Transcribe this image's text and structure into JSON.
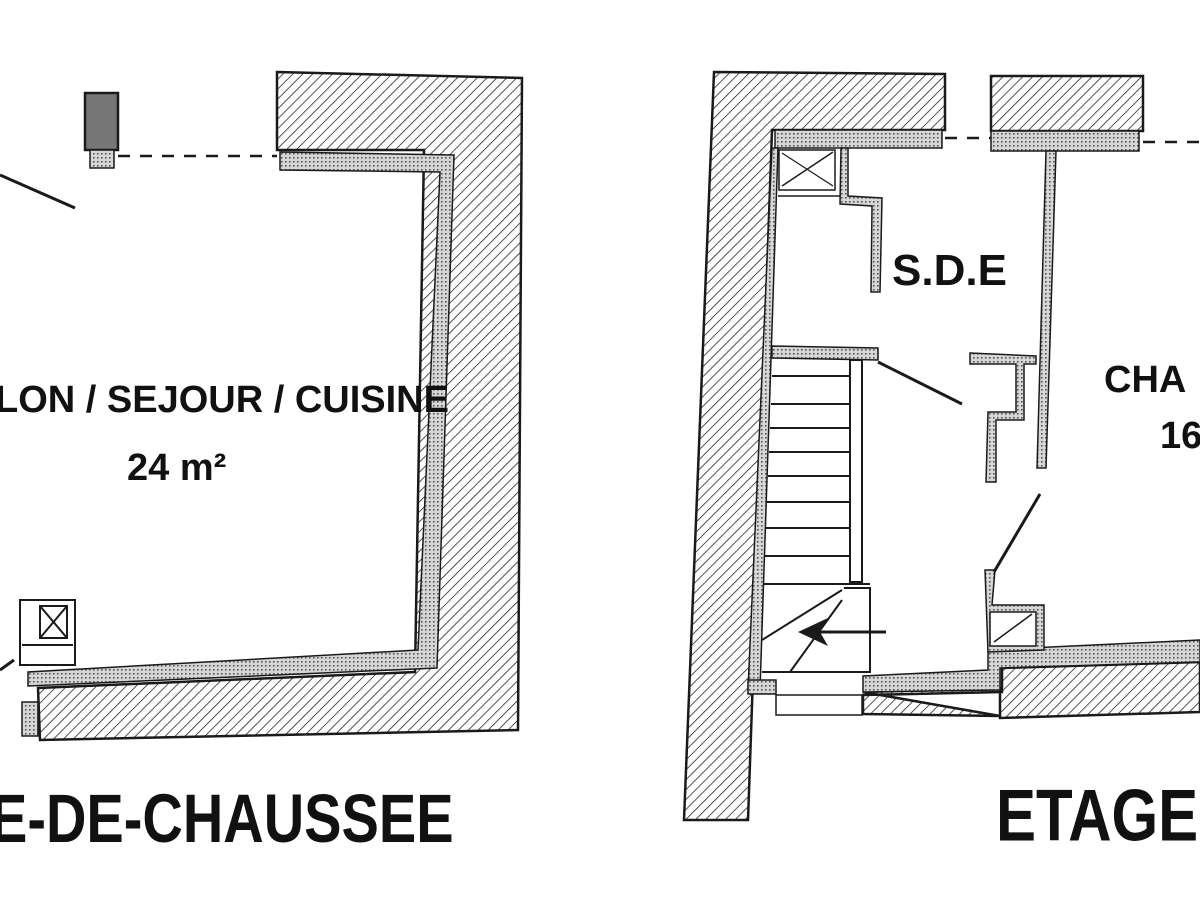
{
  "floors": {
    "ground": {
      "caption": "E-DE-CHAUSSEE",
      "room_name": "LON / SEJOUR / CUISINE",
      "room_area": "24 m²"
    },
    "upper": {
      "caption": "ETAGE",
      "bathroom": "S.D.E",
      "bedroom_name": "CHA",
      "bedroom_area": "16"
    }
  },
  "colors": {
    "ink": "#1a1a1a",
    "background": "#ffffff"
  }
}
